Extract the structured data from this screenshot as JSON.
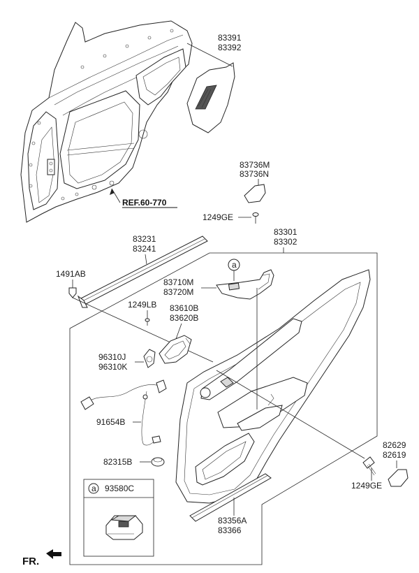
{
  "labels": {
    "p83391": "83391",
    "p83392": "83392",
    "p83736m": "83736M",
    "p83736n": "83736N",
    "ref": "REF.60-770",
    "p1249ge_top": "1249GE",
    "p83301": "83301",
    "p83302": "83302",
    "p83231": "83231",
    "p83241": "83241",
    "p1491ab": "1491AB",
    "p83710m": "83710M",
    "p83720m": "83720M",
    "p1249lb": "1249LB",
    "p83610b": "83610B",
    "p83620b": "83620B",
    "p96310j": "96310J",
    "p96310k": "96310K",
    "p91654b": "91654B",
    "p82315b": "82315B",
    "p82629": "82629",
    "p82619": "82619",
    "p1249ge_bot": "1249GE",
    "p83356a": "83356A",
    "p83366": "83366",
    "callout_a": "a",
    "inset_a": "a",
    "inset_part": "93580C",
    "fr": "FR."
  }
}
